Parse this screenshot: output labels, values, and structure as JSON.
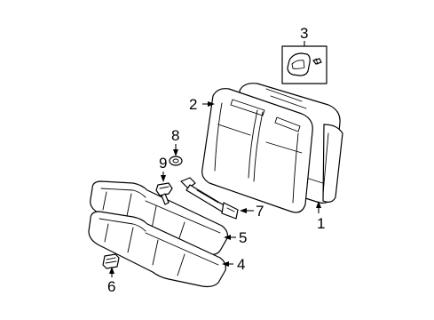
{
  "callouts": [
    {
      "id": "1",
      "label": "1",
      "part": "seat-back-frame"
    },
    {
      "id": "2",
      "label": "2",
      "part": "seat-back-cushion"
    },
    {
      "id": "3",
      "label": "3",
      "part": "headrest-guide"
    },
    {
      "id": "4",
      "label": "4",
      "part": "seat-cushion-lower"
    },
    {
      "id": "5",
      "label": "5",
      "part": "seat-cushion-cover"
    },
    {
      "id": "6",
      "label": "6",
      "part": "seat-clip"
    },
    {
      "id": "7",
      "label": "7",
      "part": "seat-belt-buckle"
    },
    {
      "id": "8",
      "label": "8",
      "part": "nut"
    },
    {
      "id": "9",
      "label": "9",
      "part": "bolt"
    }
  ]
}
